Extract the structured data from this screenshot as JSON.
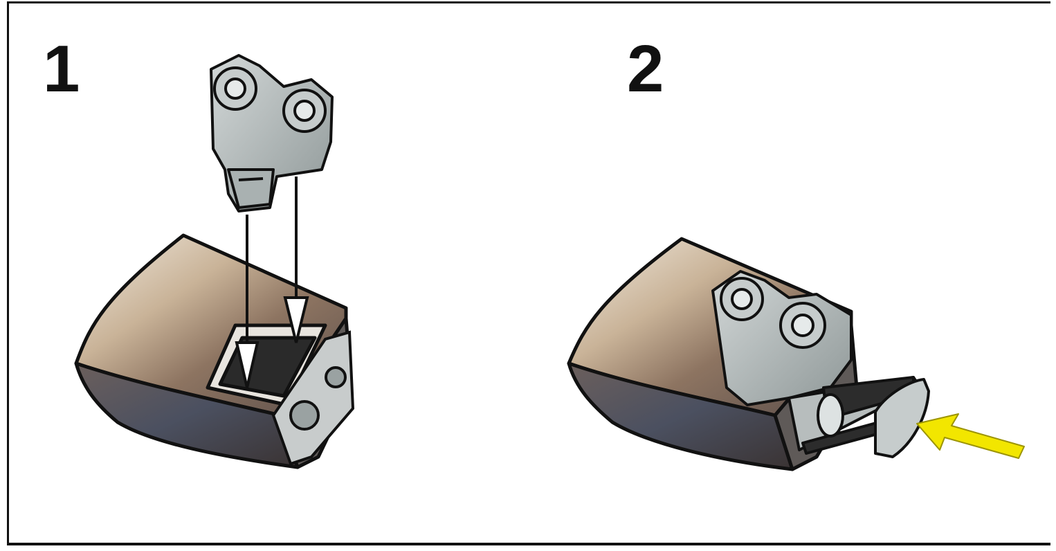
{
  "diagram": {
    "steps": [
      {
        "number": "1",
        "illustration": "connector-peg-inserted-into-armor-piece"
      },
      {
        "number": "2",
        "illustration": "axle-pin-pushed-through-armor-piece"
      }
    ],
    "colors": {
      "outline": "#111111",
      "connector_gray": "#b9c0c0",
      "connector_shadow": "#808a8a",
      "armor_light": "#d8c8b2",
      "armor_mid": "#9a7f66",
      "armor_dark": "#4a4040",
      "push_arrow": "#f2e600"
    }
  }
}
